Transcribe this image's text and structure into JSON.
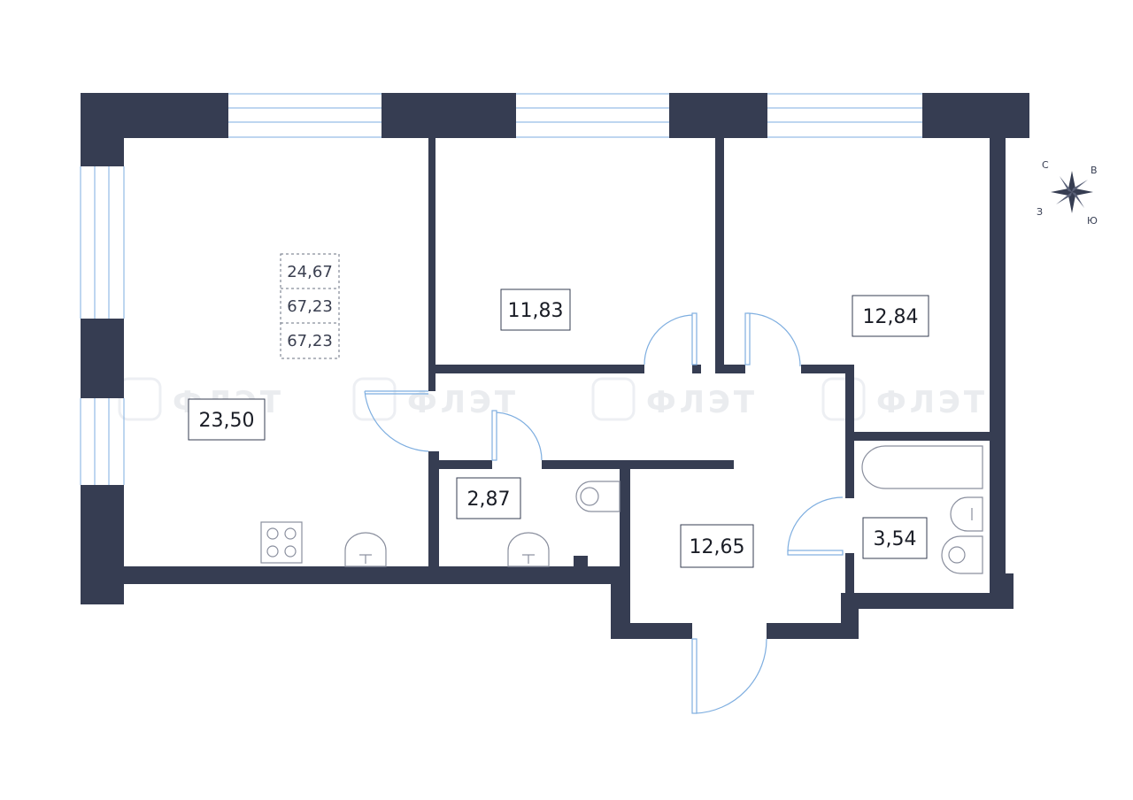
{
  "totals": {
    "values": [
      "24,67",
      "67,23",
      "67,23"
    ]
  },
  "rooms": {
    "kitchen_living": "23,50",
    "bedroom_middle": "11,83",
    "bedroom_right": "12,84",
    "toilet": "2,87",
    "hall": "12,65",
    "bathroom": "3,54"
  },
  "compass": {
    "north": "С",
    "east": "В",
    "south": "Ю",
    "west": "З"
  },
  "watermark": {
    "text": "ФЛЭТ"
  },
  "colors": {
    "wall": "#363d52",
    "window": "#7eaee0",
    "background": "#ffffff"
  }
}
